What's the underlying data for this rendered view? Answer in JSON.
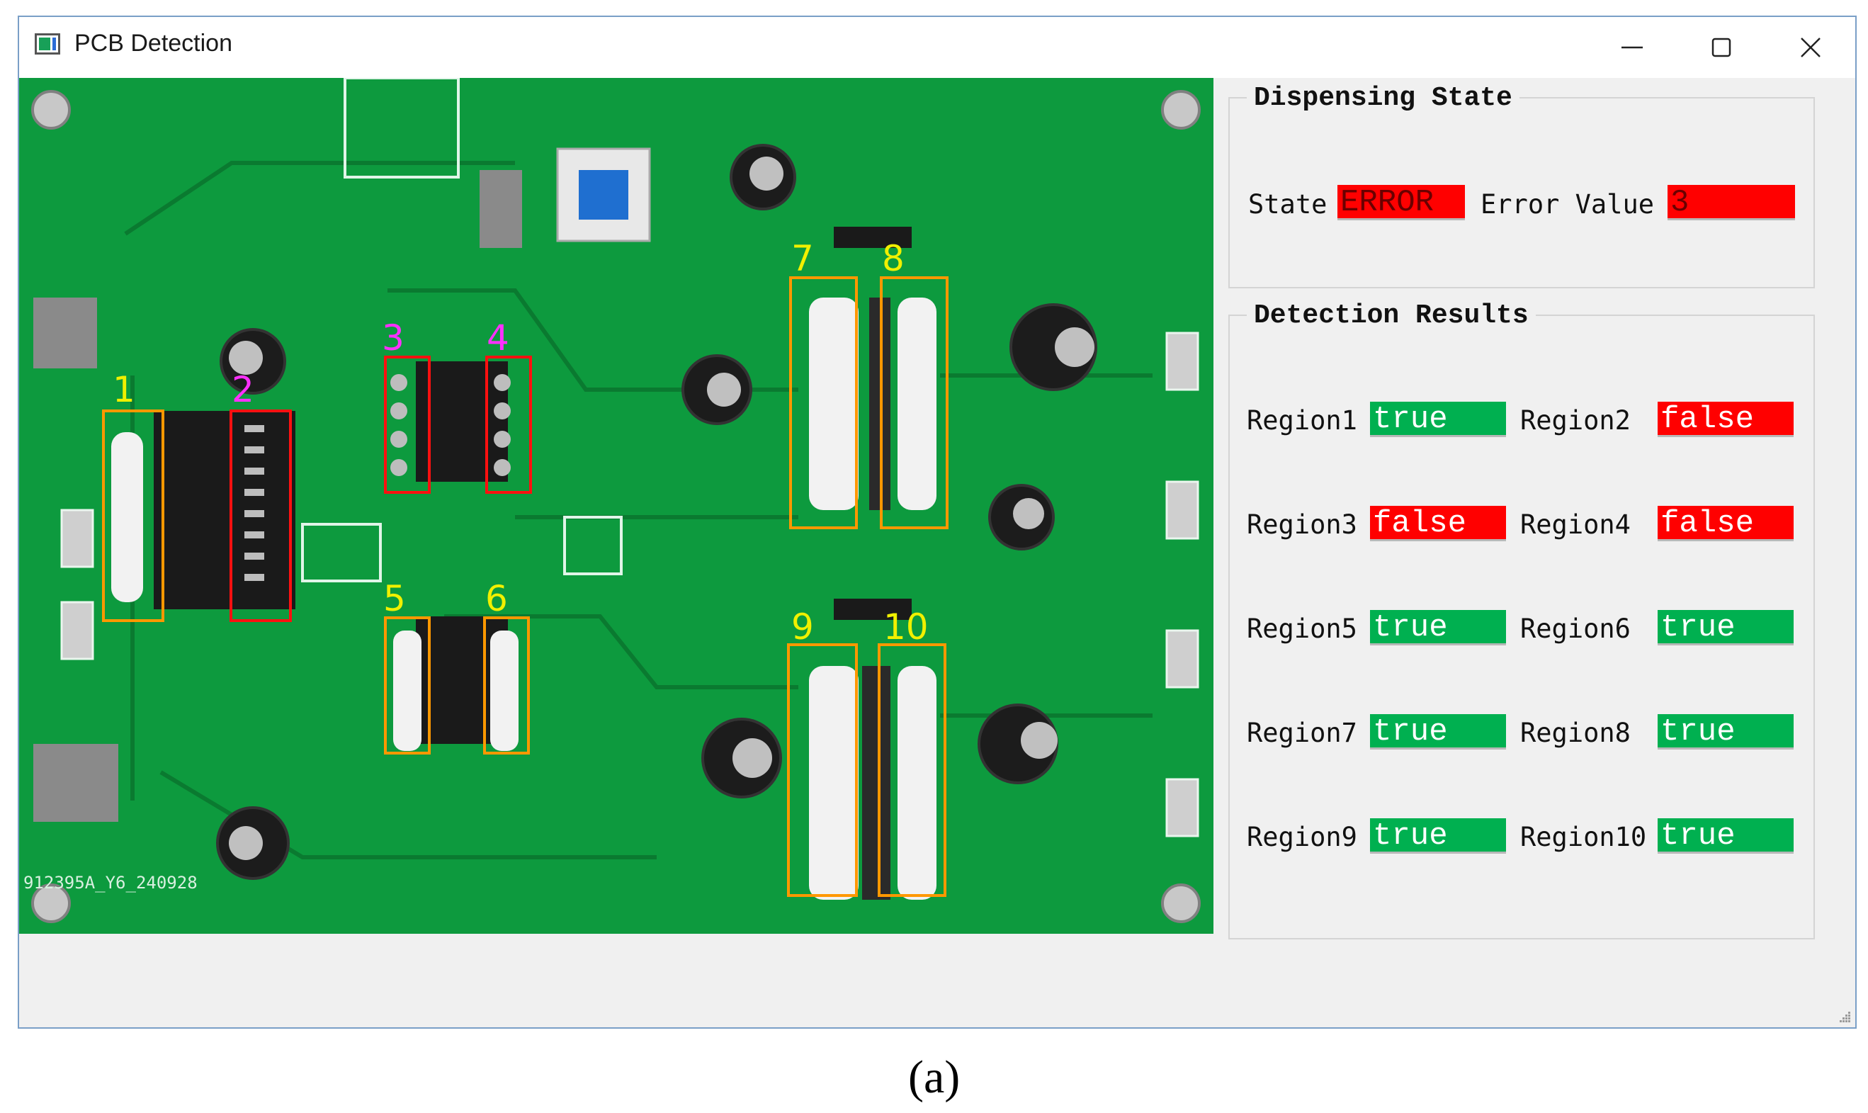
{
  "window": {
    "title": "PCB Detection",
    "icon": "app-icon"
  },
  "window_controls": {
    "minimize": "minimize-icon",
    "maximize": "maximize-icon",
    "close": "close-icon"
  },
  "board": {
    "silkscreen_code": "912395A_Y6_240928",
    "region_markers": [
      {
        "label": "1",
        "color": "orange",
        "label_color": "yellow"
      },
      {
        "label": "2",
        "color": "red",
        "label_color": "magenta"
      },
      {
        "label": "3",
        "color": "red",
        "label_color": "magenta"
      },
      {
        "label": "4",
        "color": "red",
        "label_color": "magenta"
      },
      {
        "label": "5",
        "color": "orange",
        "label_color": "yellow"
      },
      {
        "label": "6",
        "color": "orange",
        "label_color": "yellow"
      },
      {
        "label": "7",
        "color": "orange",
        "label_color": "yellow"
      },
      {
        "label": "8",
        "color": "orange",
        "label_color": "yellow"
      },
      {
        "label": "9",
        "color": "orange",
        "label_color": "yellow"
      },
      {
        "label": "10",
        "color": "orange",
        "label_color": "yellow"
      }
    ]
  },
  "dispensing": {
    "title": "Dispensing State",
    "state_label": "State",
    "state_value": "ERROR",
    "error_label": "Error Value",
    "error_value": "3"
  },
  "detection": {
    "title": "Detection Results",
    "regions": [
      {
        "label": "Region1",
        "value": "true"
      },
      {
        "label": "Region2",
        "value": "false"
      },
      {
        "label": "Region3",
        "value": "false"
      },
      {
        "label": "Region4",
        "value": "false"
      },
      {
        "label": "Region5",
        "value": "true"
      },
      {
        "label": "Region6",
        "value": "true"
      },
      {
        "label": "Region7",
        "value": "true"
      },
      {
        "label": "Region8",
        "value": "true"
      },
      {
        "label": "Region9",
        "value": "true"
      },
      {
        "label": "Region10",
        "value": "true"
      }
    ]
  },
  "colors": {
    "true_bg": "#00b050",
    "false_bg": "#ff0000",
    "pcb_green": "#0d9a3e",
    "orange_box": "#ff9800",
    "red_box": "#ff1010"
  },
  "caption": "(a)"
}
